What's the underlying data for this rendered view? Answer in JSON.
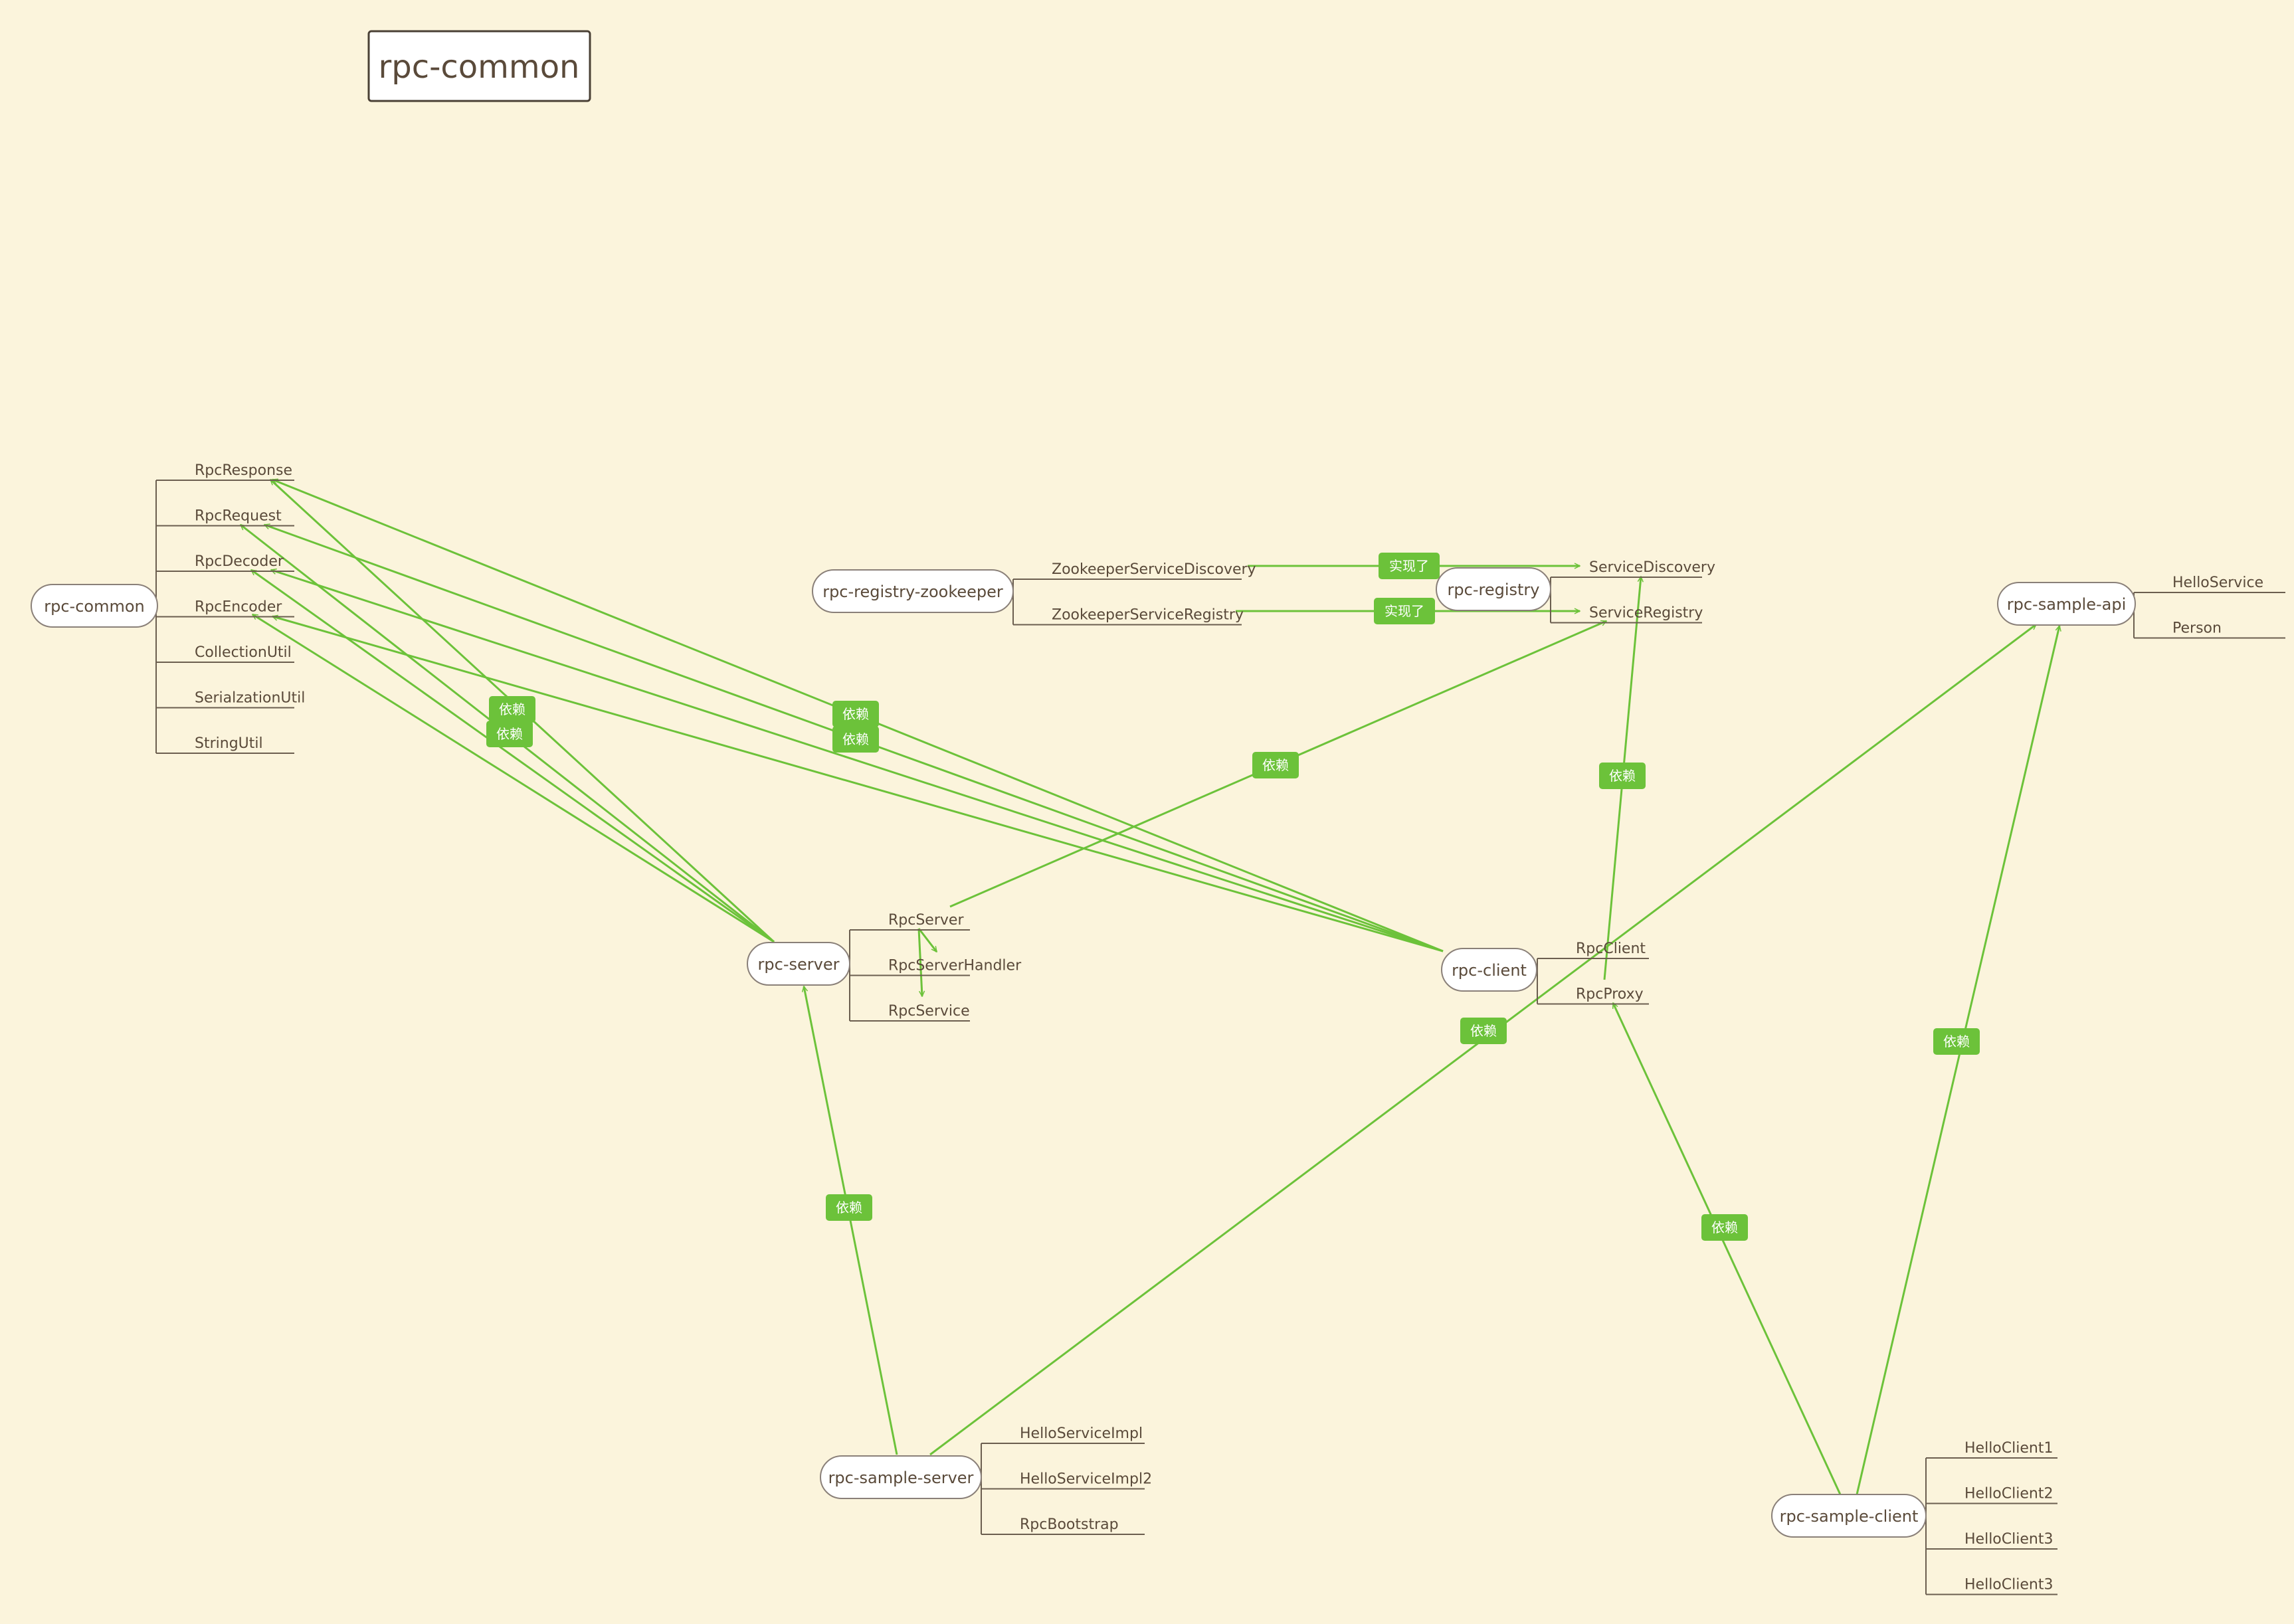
{
  "title": "rpc-common",
  "topics": [
    {
      "id": "common",
      "label": "rpc-common",
      "children": [
        "RpcResponse",
        "RpcRequest",
        "RpcDecoder",
        "RpcEncoder",
        "CollectionUtil",
        "SerialzationUtil",
        "StringUtil"
      ]
    },
    {
      "id": "zk",
      "label": "rpc-registry-zookeeper",
      "children": [
        "ZookeeperServiceDiscovery",
        "ZookeeperServiceRegistry"
      ]
    },
    {
      "id": "registry",
      "label": "rpc-registry",
      "children": [
        "ServiceDiscovery",
        "ServiceRegistry"
      ]
    },
    {
      "id": "api",
      "label": "rpc-sample-api",
      "children": [
        "HelloService",
        "Person"
      ]
    },
    {
      "id": "server",
      "label": "rpc-server",
      "children": [
        "RpcServer",
        "RpcServerHandler",
        "RpcService"
      ]
    },
    {
      "id": "client",
      "label": "rpc-client",
      "children": [
        "RpcClient",
        "RpcProxy"
      ]
    },
    {
      "id": "sserver",
      "label": "rpc-sample-server",
      "children": [
        "HelloServiceImpl",
        "HelloServiceImpl2",
        "RpcBootstrap"
      ]
    },
    {
      "id": "sclient",
      "label": "rpc-sample-client",
      "children": [
        "HelloClient1",
        "HelloClient2",
        "HelloClient3",
        "HelloClient3"
      ]
    }
  ],
  "relationship_labels": {
    "depends": "依赖",
    "implements": "实现了"
  },
  "relationships": [
    {
      "from": "server",
      "to": "common.RpcResponse",
      "label": "依赖"
    },
    {
      "from": "server",
      "to": "common.RpcRequest",
      "label": "依赖"
    },
    {
      "from": "server",
      "to": "common.RpcDecoder",
      "label": ""
    },
    {
      "from": "server",
      "to": "common.RpcEncoder",
      "label": ""
    },
    {
      "from": "client",
      "to": "common.RpcResponse",
      "label": "依赖"
    },
    {
      "from": "client",
      "to": "common.RpcRequest",
      "label": "依赖"
    },
    {
      "from": "client",
      "to": "common.RpcDecoder",
      "label": ""
    },
    {
      "from": "client",
      "to": "common.RpcEncoder",
      "label": ""
    },
    {
      "from": "zk.ZookeeperServiceDiscovery",
      "to": "registry.ServiceDiscovery",
      "label": "实现了"
    },
    {
      "from": "zk.ZookeeperServiceRegistry",
      "to": "registry.ServiceRegistry",
      "label": "实现了"
    },
    {
      "from": "server.RpcServer",
      "to": "registry.ServiceRegistry",
      "label": "依赖"
    },
    {
      "from": "client.RpcProxy",
      "to": "registry.ServiceDiscovery",
      "label": "依赖"
    },
    {
      "from": "server.RpcServer",
      "to": "server.RpcServerHandler",
      "label": ""
    },
    {
      "from": "server.RpcServer",
      "to": "server.RpcService",
      "label": ""
    },
    {
      "from": "sserver",
      "to": "server",
      "label": "依赖"
    },
    {
      "from": "sserver",
      "to": "api",
      "label": "依赖"
    },
    {
      "from": "sclient",
      "to": "client.RpcProxy",
      "label": "依赖"
    },
    {
      "from": "sclient",
      "to": "api",
      "label": "依赖"
    }
  ],
  "colors": {
    "background": "#fbf4dc",
    "relationship": "#6cc23a",
    "text": "#5a4a3a"
  }
}
